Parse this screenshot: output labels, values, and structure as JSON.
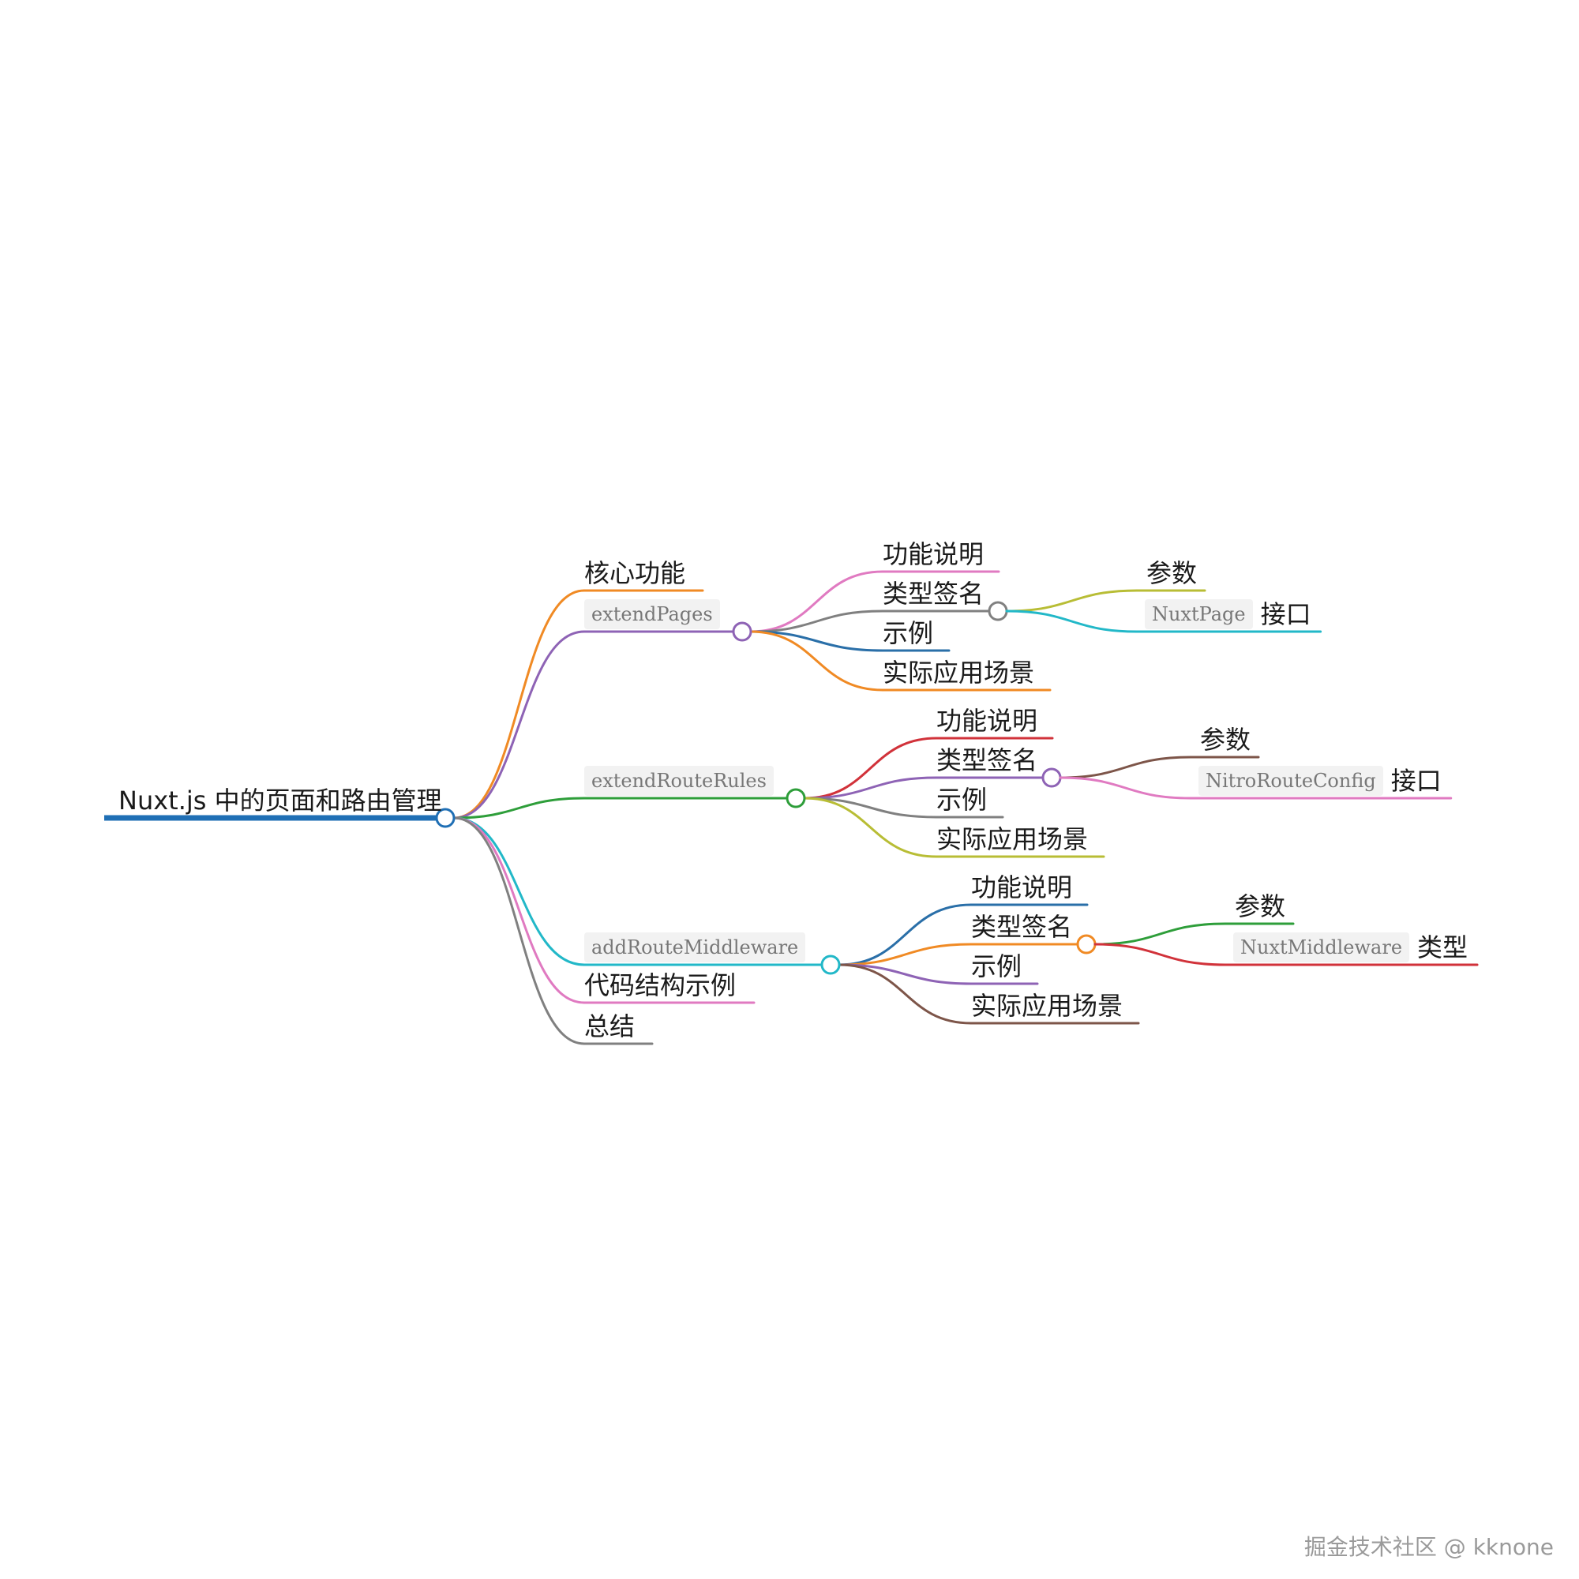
{
  "colors": {
    "blue": "#1f6fb5",
    "orange": "#f08a24",
    "purple": "#8e63b5",
    "green": "#2e9e3a",
    "cyan": "#22b8c8",
    "pink": "#e07ac1",
    "gray": "#808080",
    "red": "#d1323a",
    "olive": "#b8bd35",
    "brown": "#7d5549",
    "darkblue": "#2a6fa8"
  },
  "mindmap": {
    "root": {
      "label": "Nuxt.js 中的页面和路由管理",
      "color": "blue"
    },
    "children": [
      {
        "id": "core",
        "label": "核心功能",
        "color": "orange"
      },
      {
        "id": "extendPages",
        "label": "extendPages",
        "code": true,
        "color": "purple",
        "children": [
          {
            "label": "功能说明",
            "color": "pink"
          },
          {
            "label": "类型签名",
            "color": "gray",
            "children": [
              {
                "label": "参数",
                "color": "olive"
              },
              {
                "label": "NuxtPage",
                "code": true,
                "suffix": "接口",
                "color": "cyan"
              }
            ]
          },
          {
            "label": "示例",
            "color": "darkblue"
          },
          {
            "label": "实际应用场景",
            "color": "orange"
          }
        ]
      },
      {
        "id": "extendRouteRules",
        "label": "extendRouteRules",
        "code": true,
        "color": "green",
        "children": [
          {
            "label": "功能说明",
            "color": "red"
          },
          {
            "label": "类型签名",
            "color": "purple",
            "children": [
              {
                "label": "参数",
                "color": "brown"
              },
              {
                "label": "NitroRouteConfig",
                "code": true,
                "suffix": "接口",
                "color": "pink"
              }
            ]
          },
          {
            "label": "示例",
            "color": "gray"
          },
          {
            "label": "实际应用场景",
            "color": "olive"
          }
        ]
      },
      {
        "id": "addRouteMiddleware",
        "label": "addRouteMiddleware",
        "code": true,
        "color": "cyan",
        "children": [
          {
            "label": "功能说明",
            "color": "darkblue"
          },
          {
            "label": "类型签名",
            "color": "orange",
            "children": [
              {
                "label": "参数",
                "color": "green"
              },
              {
                "label": "NuxtMiddleware",
                "code": true,
                "suffix": "类型",
                "color": "red"
              }
            ]
          },
          {
            "label": "示例",
            "color": "purple"
          },
          {
            "label": "实际应用场景",
            "color": "brown"
          }
        ]
      },
      {
        "id": "codeExample",
        "label": "代码结构示例",
        "color": "pink"
      },
      {
        "id": "summary",
        "label": "总结",
        "color": "gray"
      }
    ]
  },
  "watermark": "掘金技术社区 @ kknone"
}
